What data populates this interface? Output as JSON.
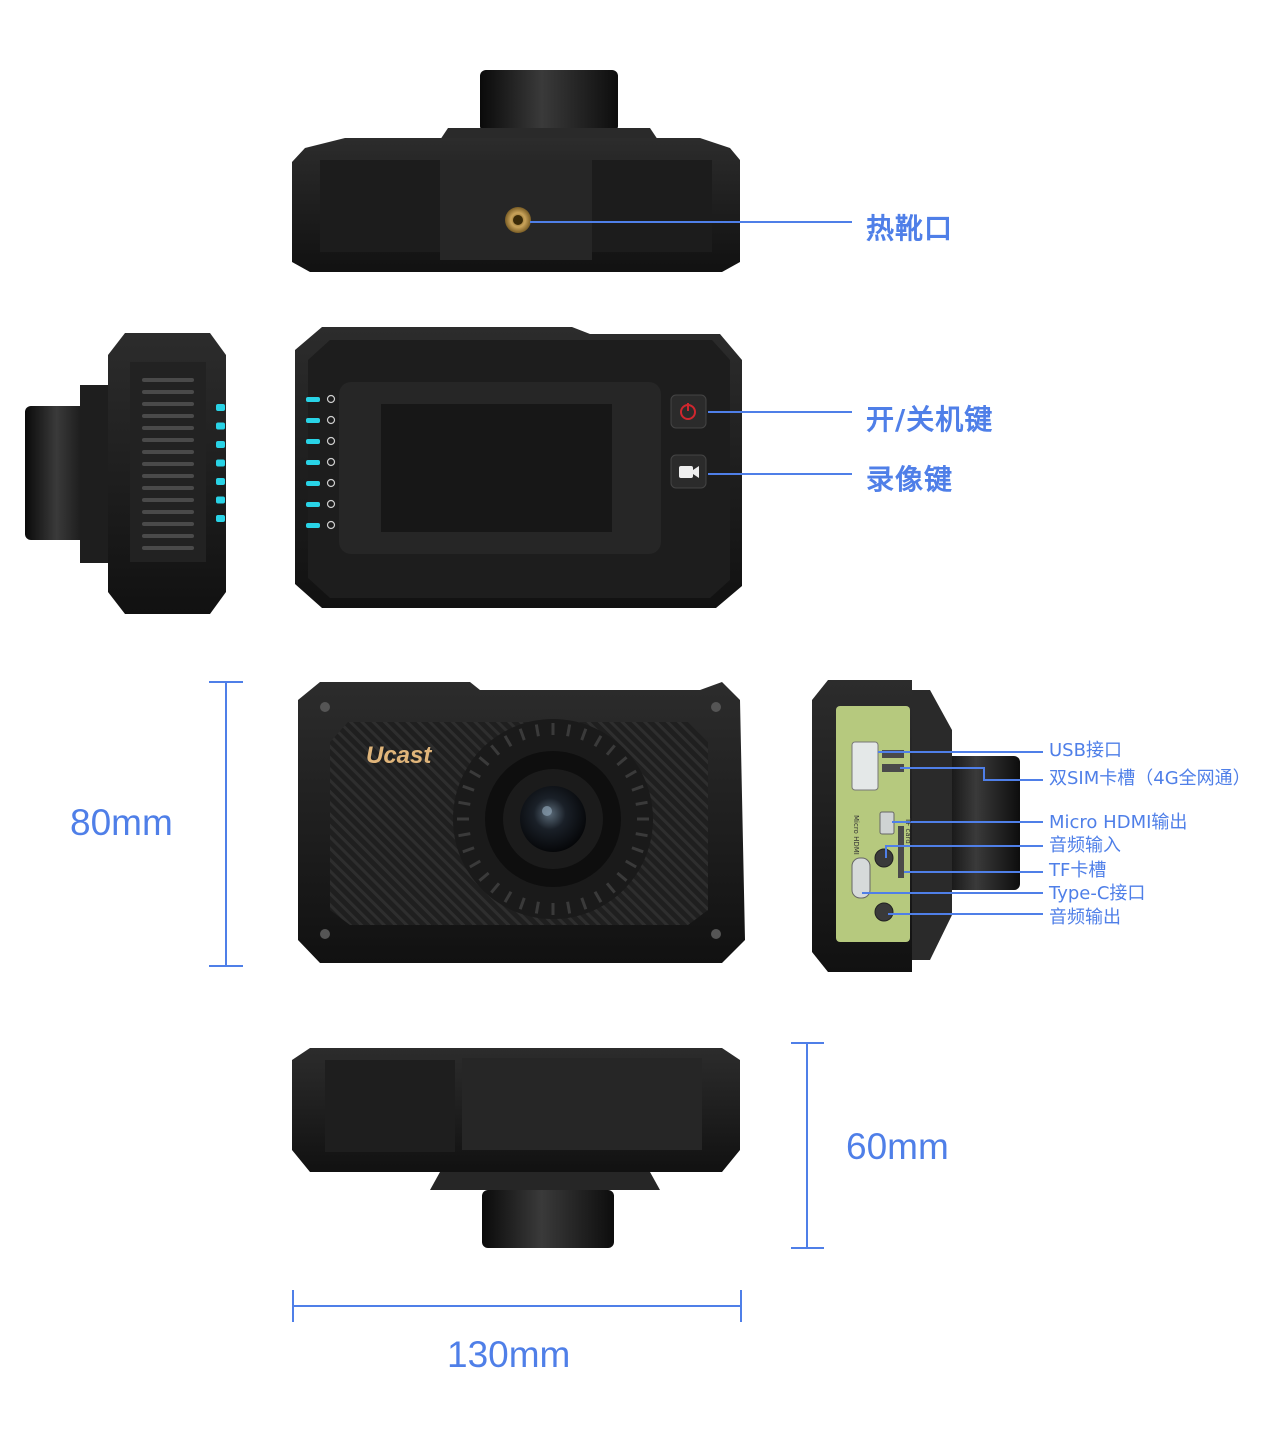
{
  "colors": {
    "accent": "#4f7fe8",
    "indicator": "#29d3e6",
    "power": "#d0262e",
    "board": "#b6c97e",
    "brand": "#e0b57a",
    "hotshoe": "#c9a35a"
  },
  "brand": "Ucast",
  "callouts": {
    "hot_shoe": "热靴口",
    "power_key": "开/关机键",
    "record_key": "录像键",
    "usb_port": "USB接口",
    "dual_sim": "双SIM卡槽（4G全网通）",
    "micro_hdmi": "Micro HDMI输出",
    "audio_in": "音频输入",
    "tf_slot": "TF卡槽",
    "type_c": "Type-C接口",
    "audio_out": "音频输出"
  },
  "dimensions": {
    "height": "80mm",
    "depth": "60mm",
    "width": "130mm"
  },
  "board_labels": {
    "micro_hdmi": "Micro HDMI",
    "tf_card": "TF card"
  },
  "indicator_icons": [
    "4g-icon",
    "4g-icon",
    "wifi-icon",
    "cloud-upload-icon",
    "record-icon",
    "battery-icon",
    "power-icon"
  ]
}
